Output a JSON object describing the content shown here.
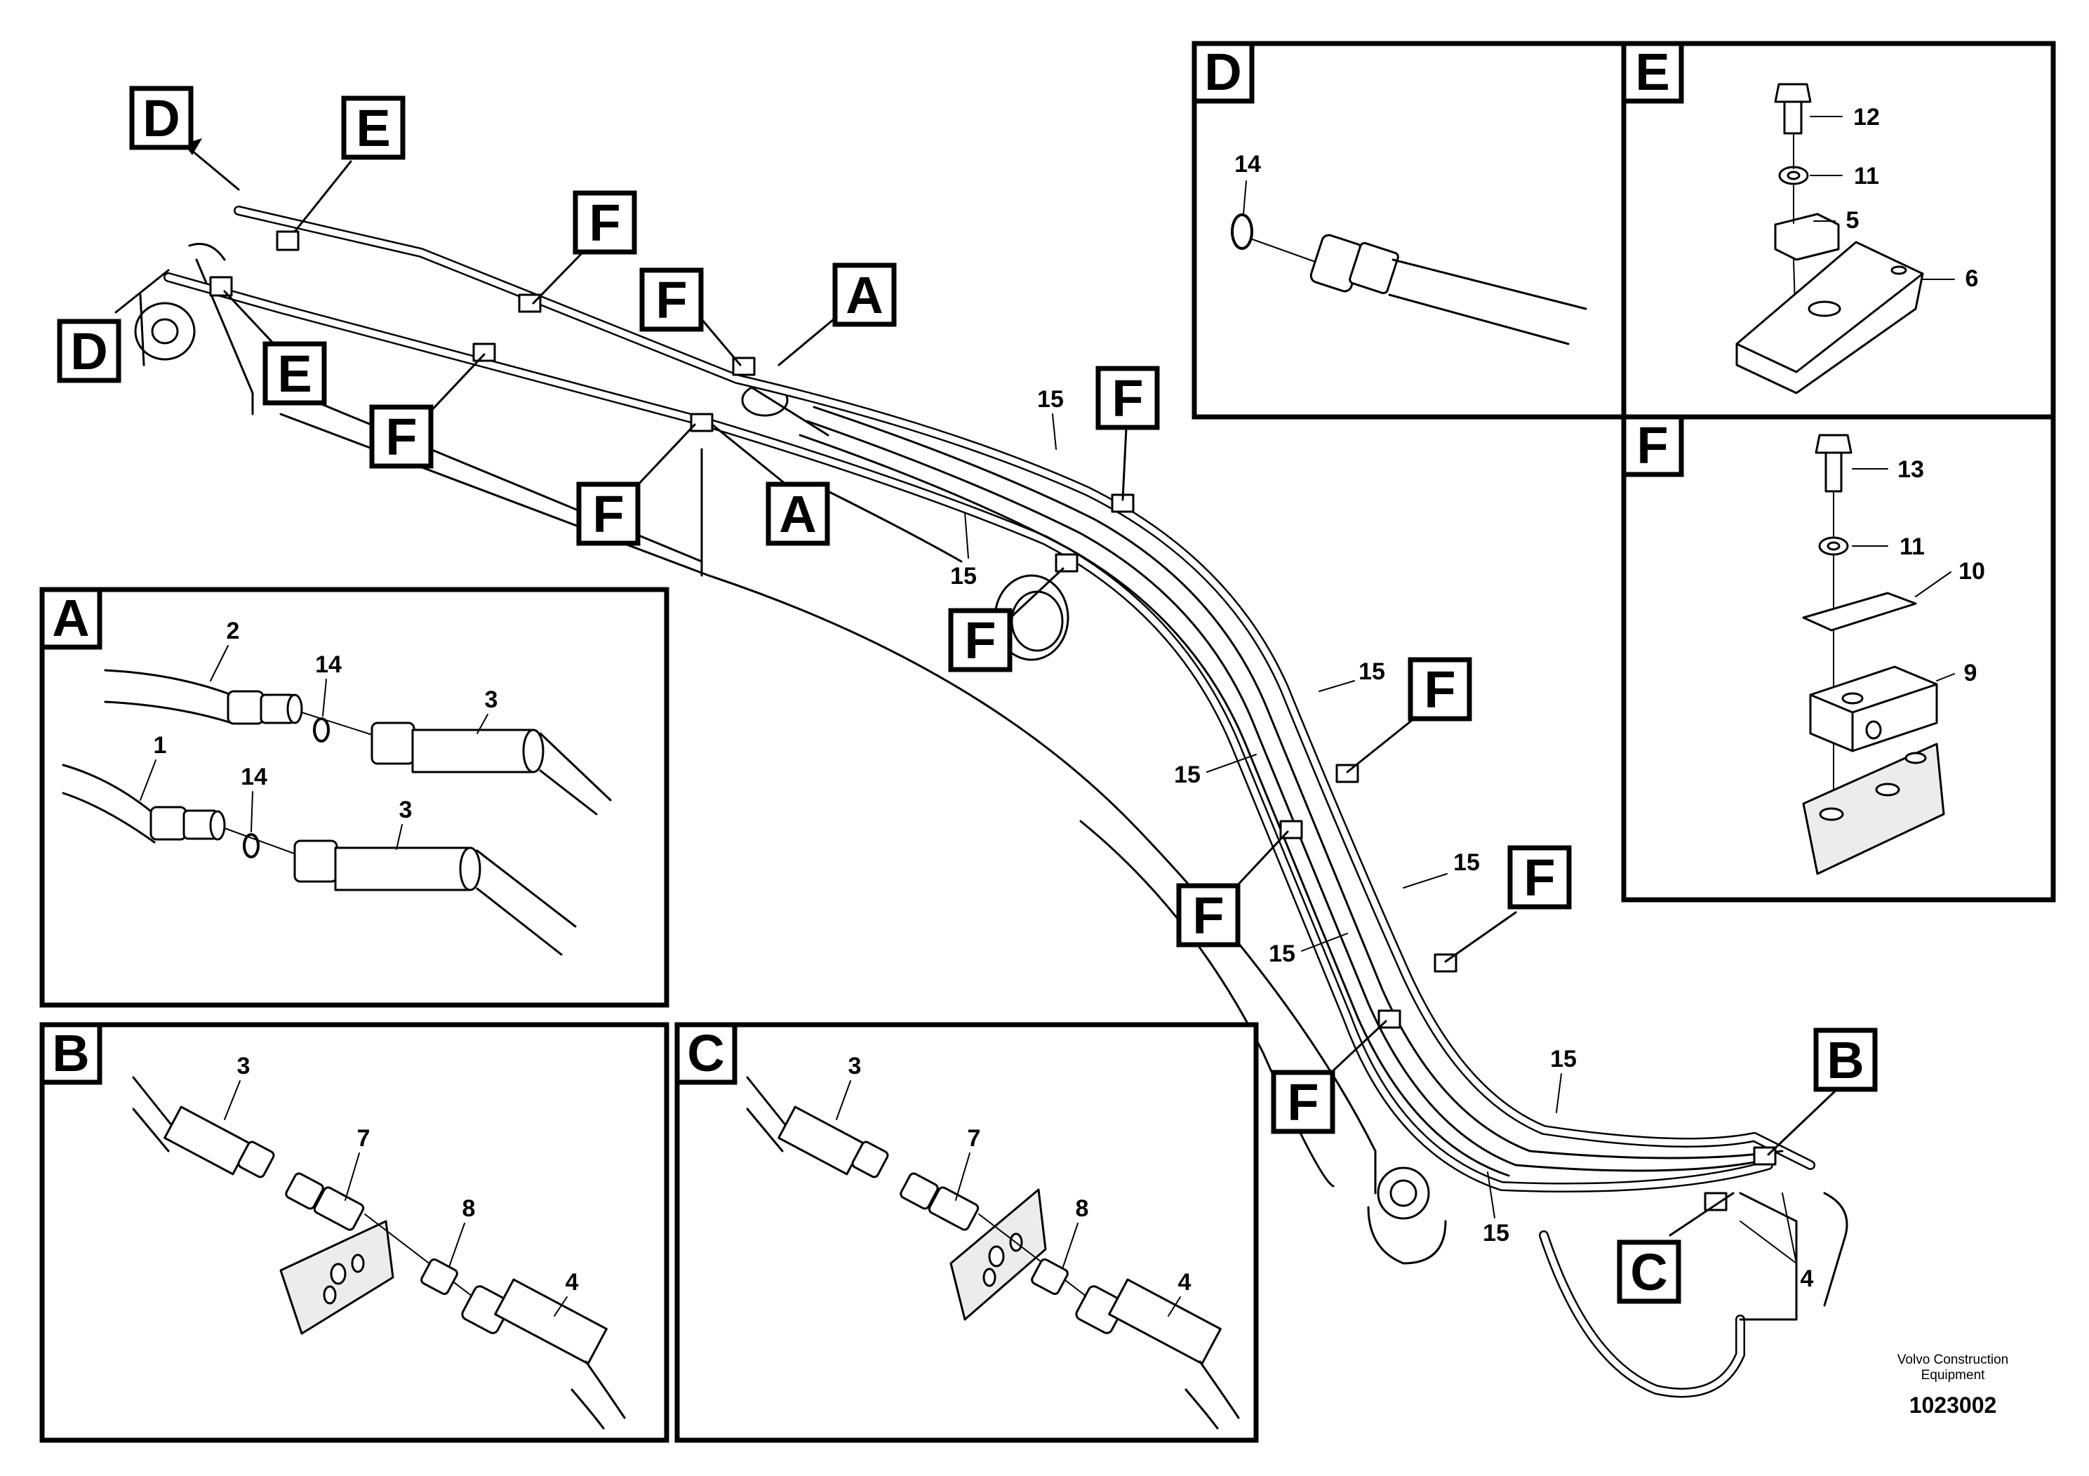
{
  "callout_letters": {
    "A": "A",
    "B": "B",
    "C": "C",
    "D": "D",
    "E": "E",
    "F": "F"
  },
  "part_numbers": {
    "p1": "1",
    "p2": "2",
    "p3": "3",
    "p4": "4",
    "p5": "5",
    "p6": "6",
    "p7": "7",
    "p8": "8",
    "p9": "9",
    "p10": "10",
    "p11": "11",
    "p12": "12",
    "p13": "13",
    "p14": "14",
    "p15": "15"
  },
  "footer": {
    "line1": "Volvo Construction",
    "line2": "Equipment",
    "drawing_number": "1023002"
  }
}
